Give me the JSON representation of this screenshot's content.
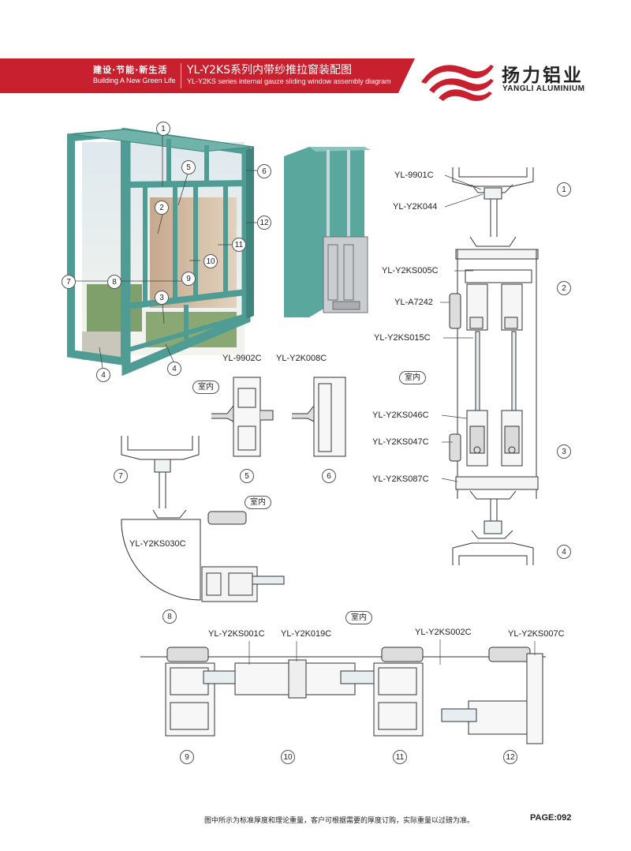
{
  "header": {
    "slogan_cn": "建设·节能·新生活",
    "slogan_en": "Building A New Green Life",
    "title_cn": "YL-Y2KS系列内带纱推拉窗装配图",
    "title_en": "YL-Y2KS series internal gauze sliding window assembly diagram",
    "brand_cn": "扬力铝业",
    "brand_en": "YANGLI ALUMINIUM",
    "accent_color": "#c8202e",
    "frame_color": "#4f9c94"
  },
  "window_callouts": [
    "1",
    "2",
    "3",
    "4",
    "5",
    "6",
    "7",
    "8",
    "9",
    "10",
    "11",
    "12",
    "4"
  ],
  "section_right": {
    "labels": [
      "YL-9901C",
      "YL-Y2K044",
      "YL-Y2KS005C",
      "YL-A7242",
      "YL-Y2KS015C",
      "YL-Y2KS046C",
      "YL-Y2KS047C",
      "YL-Y2KS087C"
    ],
    "indices": [
      "1",
      "2",
      "3",
      "4"
    ],
    "indoor": "室内"
  },
  "section_56": {
    "labels": [
      "YL-9902C",
      "YL-Y2K008C"
    ],
    "indoor": "室内",
    "indices": [
      "5",
      "6"
    ]
  },
  "section_78": {
    "label": "YL-Y2KS030C",
    "indoor": "室内",
    "indices": [
      "7",
      "8"
    ]
  },
  "section_bottom": {
    "labels": [
      "YL-Y2KS001C",
      "YL-Y2K019C",
      "YL-Y2KS002C",
      "YL-Y2KS007C"
    ],
    "indoor": "室内",
    "indices": [
      "9",
      "10",
      "11",
      "12"
    ]
  },
  "footer": {
    "note": "图中所示为标准厚度和理论重量，客户可根据需要的厚度订购，实际重量以过磅为准。",
    "page_label": "PAGE:",
    "page_number": "092"
  }
}
